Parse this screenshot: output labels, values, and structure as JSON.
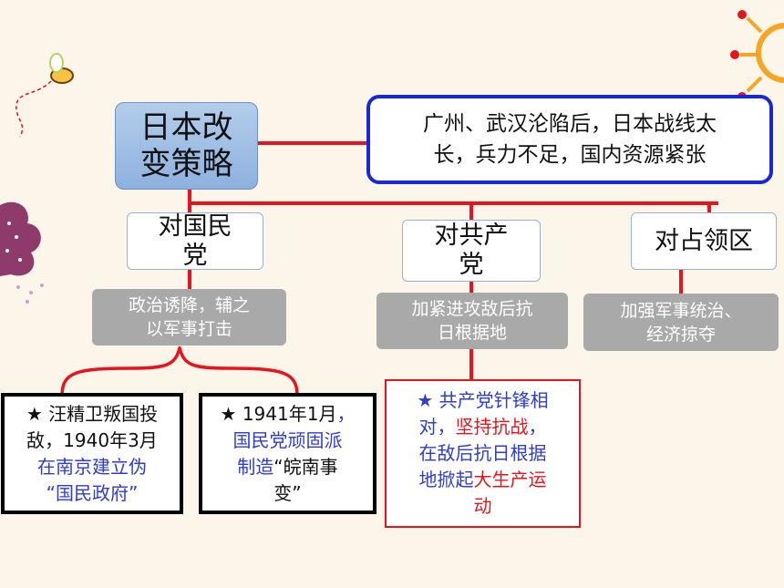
{
  "root": {
    "line1": "日本改",
    "line2": "变策略"
  },
  "reason": {
    "line1": "广州、武汉沦陷后，日本战线太",
    "line2": "长，兵力不足，国内资源紧张"
  },
  "branches": [
    {
      "category": {
        "line1": "对国民",
        "line2": "党"
      },
      "policy": {
        "line1": "政治诱降，辅之",
        "line2": "以军事打击"
      },
      "details": [
        {
          "p1": "★ 汪精卫叛国投",
          "p2": "敌，1940年3月",
          "p3": "在南京建立伪",
          "p4": "“国民政府”"
        },
        {
          "p1": "★ 1941年1月",
          "p1b": "，",
          "p2": "国民党顽固派",
          "p3": "制造",
          "p3b": "“皖南事",
          "p4": "变”"
        }
      ]
    },
    {
      "category": {
        "line1": "对共产",
        "line2": "党"
      },
      "policy": {
        "line1": "加紧进攻敌后抗",
        "line2": "日根据地"
      },
      "detail": {
        "p1": "★ 共产党针锋相",
        "p2a": "对，",
        "p2b": "坚持抗战",
        "p2c": "，",
        "p3": "在敌后抗日根据",
        "p4a": "地掀起",
        "p4b": "大生产运",
        "p5": "动"
      }
    },
    {
      "category": {
        "line1": "对占领区"
      },
      "policy": {
        "line1": "加强军事统治、",
        "line2": "经济掠夺"
      }
    }
  ],
  "colors": {
    "connector": "#e8141b",
    "reason_border": "#1a27d6",
    "root_fill": "#a3c1e6",
    "policy_fill": "#a9a9a9"
  }
}
